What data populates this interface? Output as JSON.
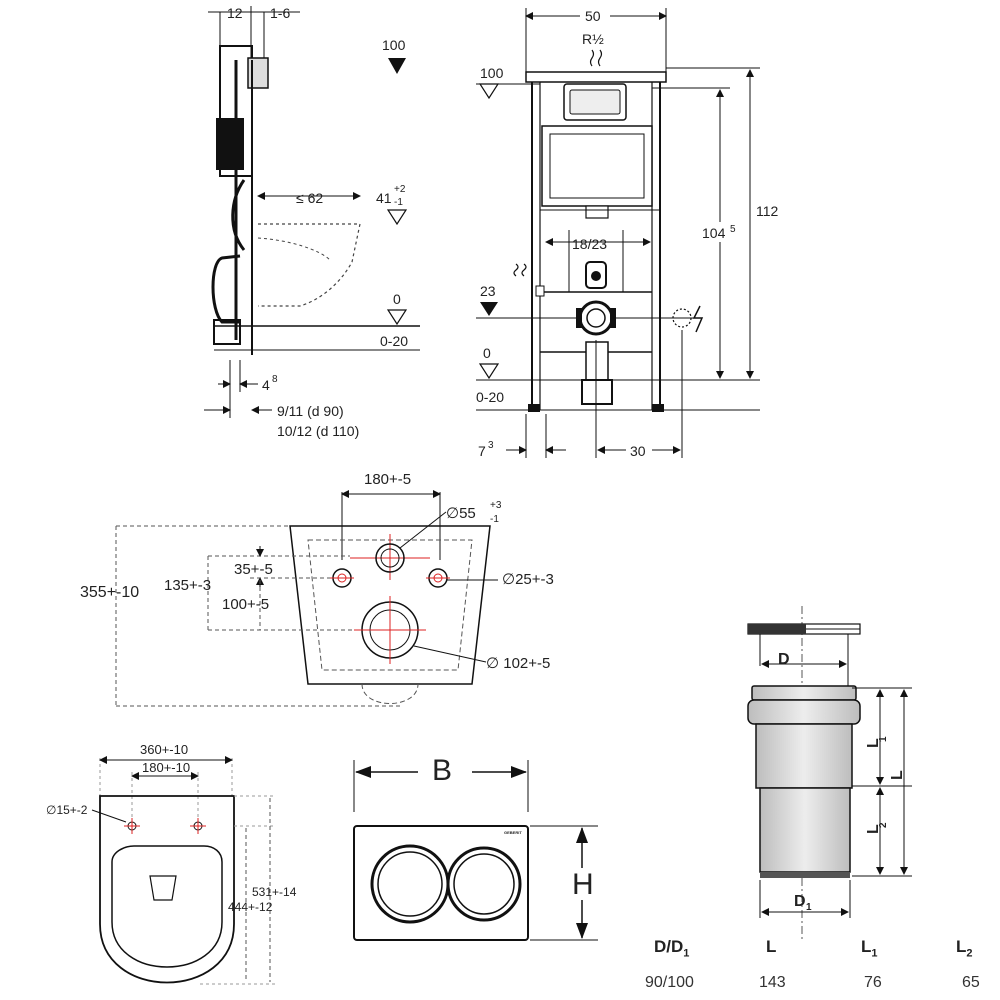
{
  "side_view": {
    "dim_top_left": "12",
    "dim_top_right": "1-6",
    "level_100": "100",
    "seat_depth": "≤ 62",
    "seat_height": "41",
    "seat_tol_plus": "+2",
    "seat_tol_minus": "-1",
    "level_0": "0",
    "floor_range": "0-20",
    "dim_bottom_small": "4",
    "dim_bottom_small_sup": "8",
    "dim_bottom_line1": "9/11   (d 90)",
    "dim_bottom_line2": "10/12 (d 110)"
  },
  "front_view": {
    "width": "50",
    "inlet": "R½",
    "level_100": "100",
    "height_total": "112",
    "height_frame": "104",
    "height_frame_sup": "5",
    "drain_spacing": "18/23",
    "level_23": "23",
    "level_0": "0",
    "floor_range": "0-20",
    "dim_bottom_left": "7",
    "dim_bottom_left_sup": "3",
    "dim_bottom_right": "30"
  },
  "bowl_rear": {
    "bolt_spacing": "180+-5",
    "inlet_diameter": "∅55",
    "inlet_tol_plus": "+3",
    "inlet_tol_minus": "-1",
    "height": "355+-10",
    "dim_135": "135+-3",
    "dim_35": "35+-5",
    "dim_100": "100+-5",
    "bolt_diameter": "∅25+-3",
    "outlet_diameter": "∅ 102+-5"
  },
  "bowl_top": {
    "width": "360+-10",
    "hole_spacing": "180+-10",
    "hole_diameter": "∅15+-2",
    "length_total": "531+-14",
    "length_inner": "444+-12"
  },
  "flush_plate": {
    "width_label": "B",
    "height_label": "H",
    "brand": "GEBERIT"
  },
  "pipe": {
    "label_d": "D",
    "label_d1": "D",
    "label_d1_sub": "1",
    "label_l": "L",
    "label_l1": "L",
    "label_l1_sub": "1",
    "label_l2": "L",
    "label_l2_sub": "2"
  },
  "spec_table": {
    "headers": [
      "D/D",
      "L",
      "L",
      "L"
    ],
    "header_subs": [
      "1",
      "",
      "1",
      "2"
    ],
    "row": [
      "90/100",
      "143",
      "76",
      "65"
    ]
  }
}
